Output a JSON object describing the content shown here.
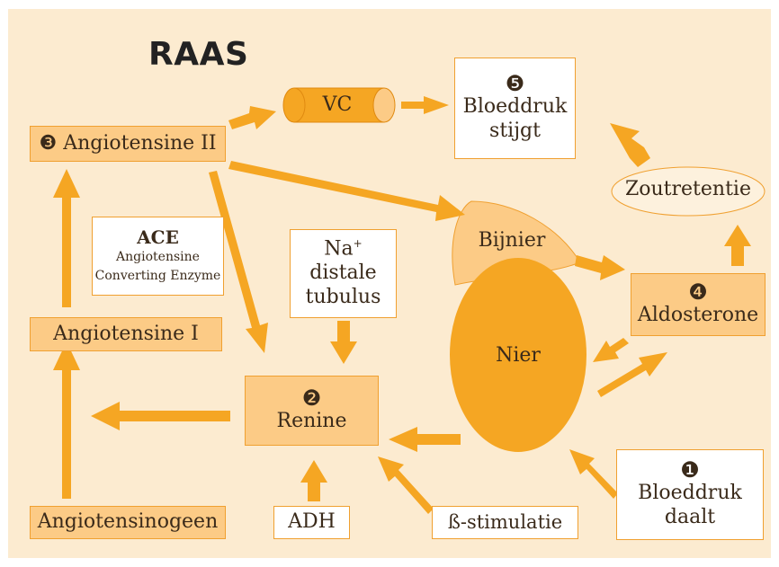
{
  "title": "RAAS",
  "nodes": {
    "angiotensine_ii": {
      "num": "❸",
      "label": "Angiotensine II"
    },
    "vc": {
      "label": "VC"
    },
    "bloeddruk_stijgt": {
      "num": "❺",
      "line1": "Bloeddruk",
      "line2": "stijgt"
    },
    "zoutretentie": {
      "label": "Zoutretentie"
    },
    "ace": {
      "title": "ACE",
      "line1": "Angiotensine",
      "line2": "Converting Enzyme"
    },
    "na_distale": {
      "line1": "Na",
      "sup": "+",
      "line2": "distale",
      "line3": "tubulus"
    },
    "bijnier": {
      "label": "Bijnier"
    },
    "aldosterone": {
      "num": "❹",
      "label": "Aldosterone"
    },
    "nier": {
      "label": "Nier"
    },
    "angiotensine_i": {
      "label": "Angiotensine I"
    },
    "renine": {
      "num": "❷",
      "label": "Renine"
    },
    "bloeddruk_daalt": {
      "num": "❶",
      "line1": "Bloeddruk",
      "line2": "daalt"
    },
    "angiotensinogeen": {
      "label": "Angiotensinogeen"
    },
    "adh": {
      "label": "ADH"
    },
    "beta_stimulatie": {
      "label": "ß-stimulatie"
    }
  },
  "colors": {
    "background": "#fcebd0",
    "box_fill": "#fccb86",
    "box_border": "#f0a030",
    "arrow": "#f5a623",
    "kidney": "#f5a623",
    "adrenal": "#fccb86"
  }
}
